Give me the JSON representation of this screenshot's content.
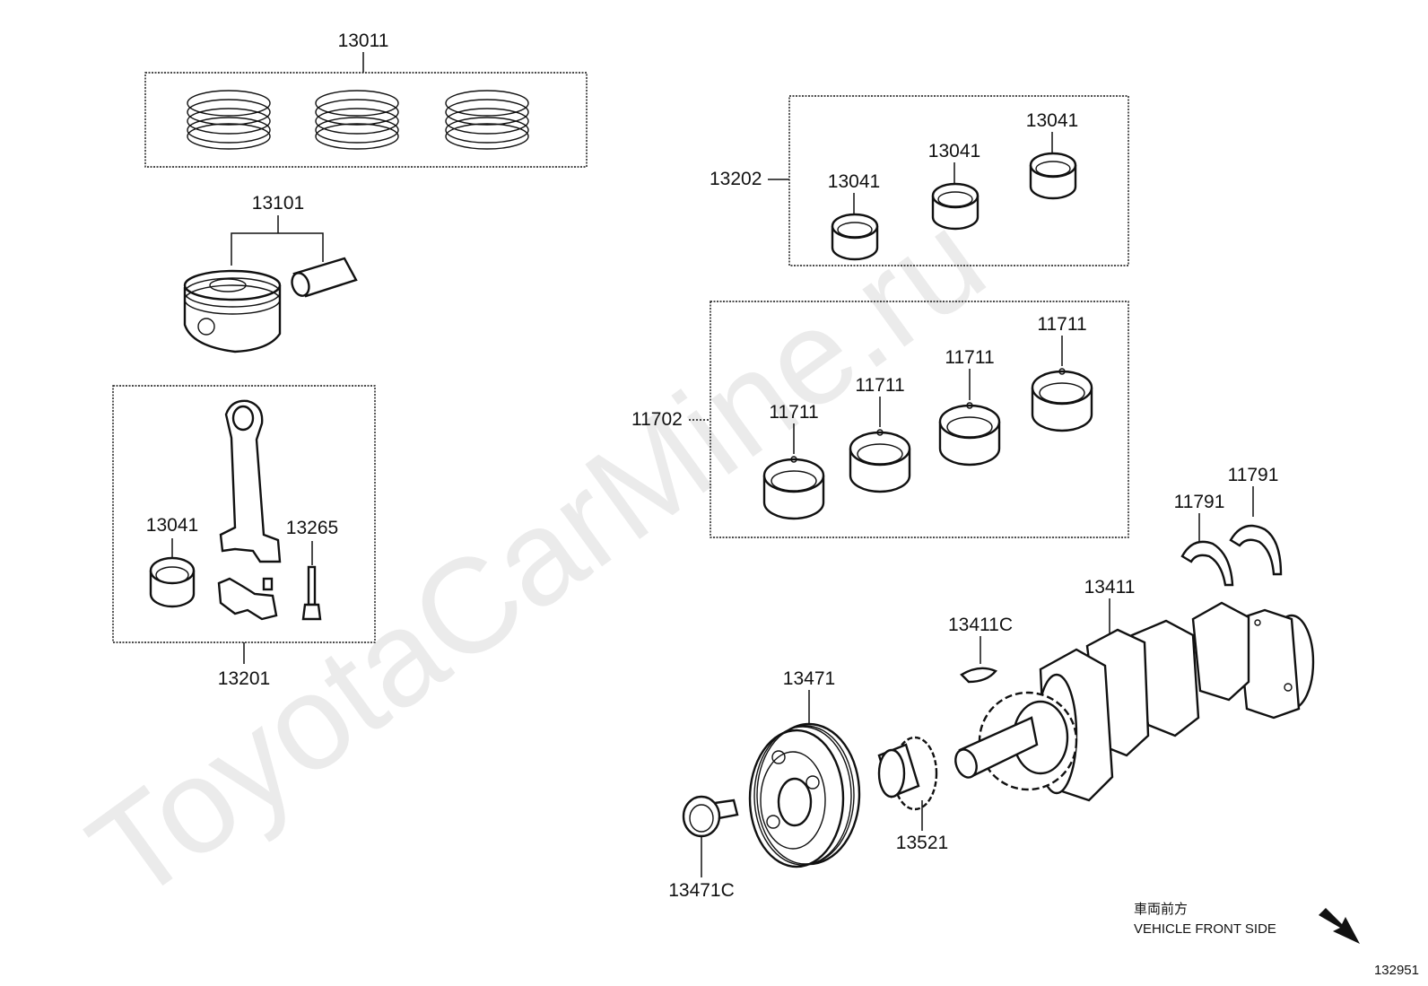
{
  "watermark": "ToyotaCarMine.ru",
  "labels": {
    "piston_ring_set": "13011",
    "piston_with_pin": "13101",
    "conrod_assy": "13201",
    "conrod_bearing_in_box": "13041",
    "conrod_bolt": "13265",
    "conrod_bearing_set": "13202",
    "conrod_bearing_1": "13041",
    "conrod_bearing_2": "13041",
    "conrod_bearing_3": "13041",
    "main_bearing_set": "11702",
    "main_bearing_1": "11711",
    "main_bearing_2": "11711",
    "main_bearing_3": "11711",
    "main_bearing_4": "11711",
    "thrust_washer_1": "11791",
    "thrust_washer_2": "11791",
    "crankshaft": "13411",
    "crankshaft_key": "13411C",
    "crank_pulley": "13471",
    "crank_timing_gear": "13521",
    "pulley_bolt": "13471C"
  },
  "direction_note": {
    "jp": "車両前方",
    "en": "VEHICLE FRONT SIDE"
  },
  "figure_number": "132951"
}
